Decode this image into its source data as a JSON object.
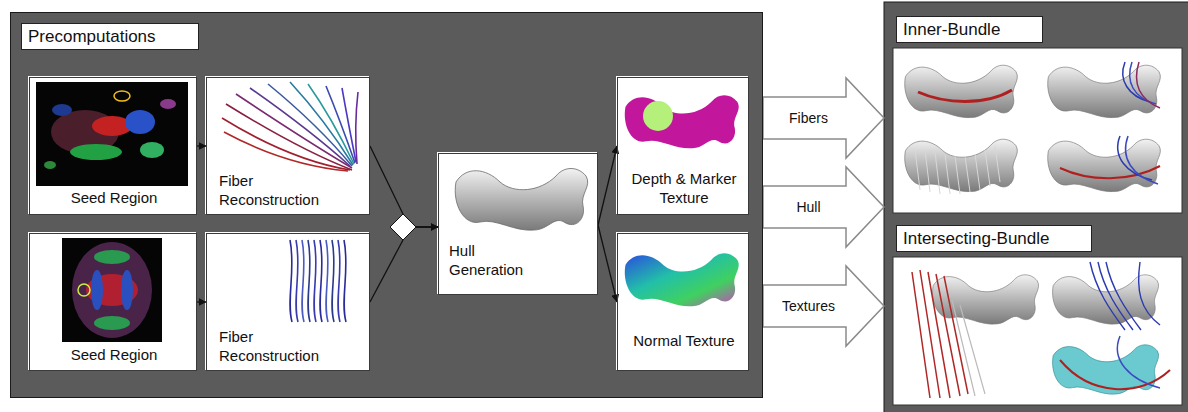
{
  "diagram": {
    "nodes": [
      {
        "text": [
          "Precomputations"
        ]
      },
      {
        "text": [
          "Seed Region"
        ],
        "in": 0
      },
      {
        "text": [
          "Fiber Reconstruction"
        ],
        "in": 0
      },
      {
        "text": [
          "Seed Region"
        ],
        "in": 0
      },
      {
        "text": [
          "Fiber Reconstruction"
        ],
        "in": 0
      },
      {
        "text": [
          "Hull Generation"
        ],
        "in": 0
      },
      {
        "text": [
          "Depth & Marker Texture"
        ],
        "in": 0
      },
      {
        "text": [
          "Normal Texture"
        ],
        "in": 0
      },
      {
        "text": [
          "Inner-Bundle"
        ]
      },
      {
        "text": [
          "Intersecting-Bundle"
        ]
      }
    ],
    "edges": [
      {
        "from": 1,
        "to": 2,
        "arrow": "to"
      },
      {
        "from": 3,
        "to": 4,
        "arrow": "to"
      },
      {
        "from": 2,
        "to": 5,
        "arrow": "to"
      },
      {
        "from": 4,
        "to": 5,
        "arrow": "to"
      },
      {
        "from": 5,
        "to": 6,
        "arrow": "to"
      },
      {
        "from": 5,
        "to": 7,
        "arrow": "to"
      },
      {
        "from": 0,
        "to": 8,
        "label": "Fibers",
        "arrow": "to"
      },
      {
        "from": 0,
        "to": 8,
        "label": "Hull",
        "arrow": "to"
      },
      {
        "from": 0,
        "to": 9,
        "label": "Textures",
        "arrow": "to"
      }
    ]
  }
}
